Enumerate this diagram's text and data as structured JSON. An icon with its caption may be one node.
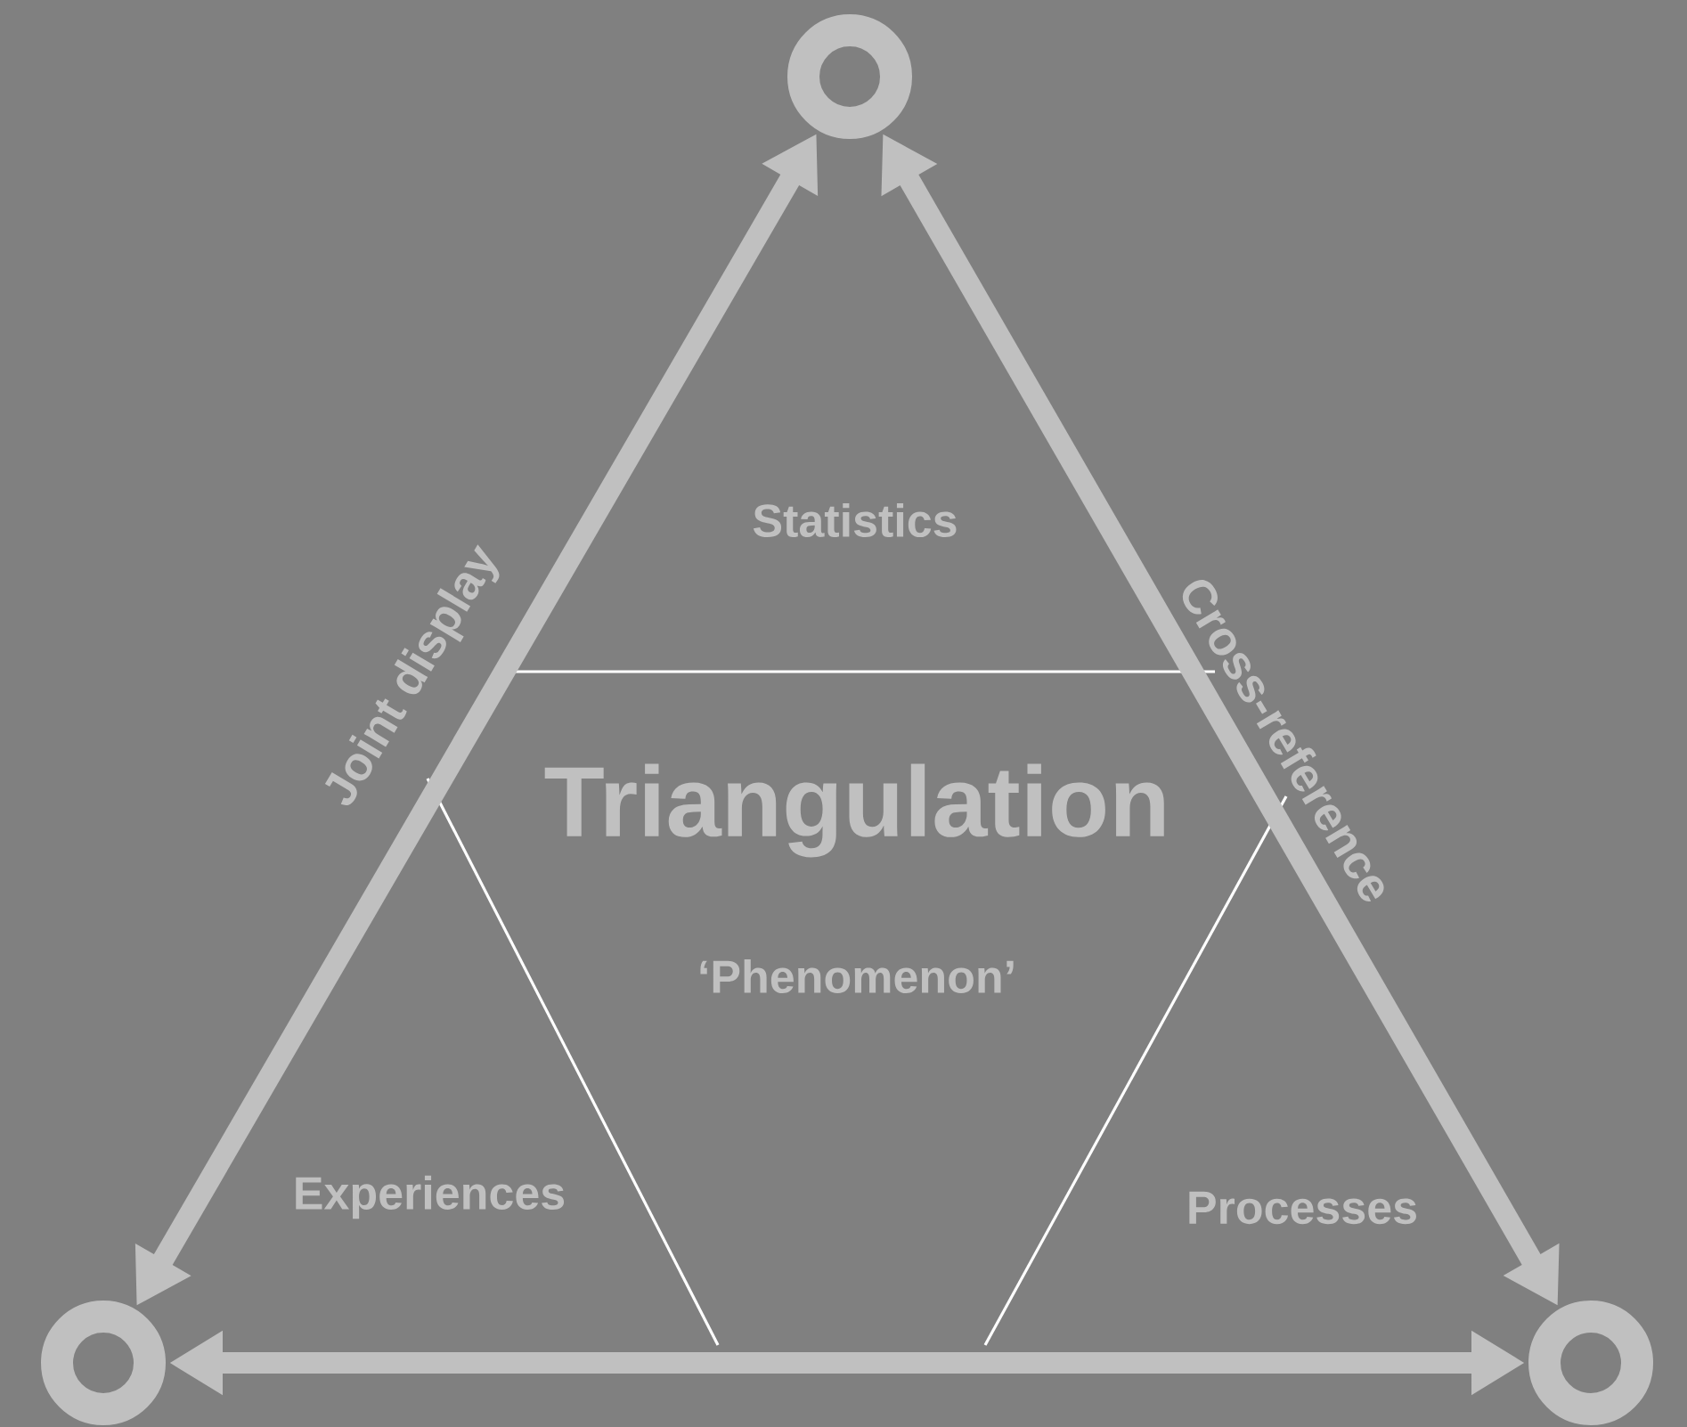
{
  "diagram": {
    "nodes": [
      {
        "text": [],
        "shape": "circle"
      },
      {
        "text": [],
        "shape": "circle"
      },
      {
        "text": [],
        "shape": "circle"
      }
    ],
    "edges": [
      {
        "from": 0,
        "to": 1,
        "arrow": "both",
        "label": "Joint display"
      },
      {
        "from": 0,
        "to": 2,
        "arrow": "both",
        "label": "Cross-reference"
      },
      {
        "from": 1,
        "to": 2,
        "arrow": "both"
      }
    ],
    "labels": [
      "Statistics",
      "Triangulation",
      "‘Phenomenon’",
      "Experiences",
      "Processes"
    ]
  }
}
